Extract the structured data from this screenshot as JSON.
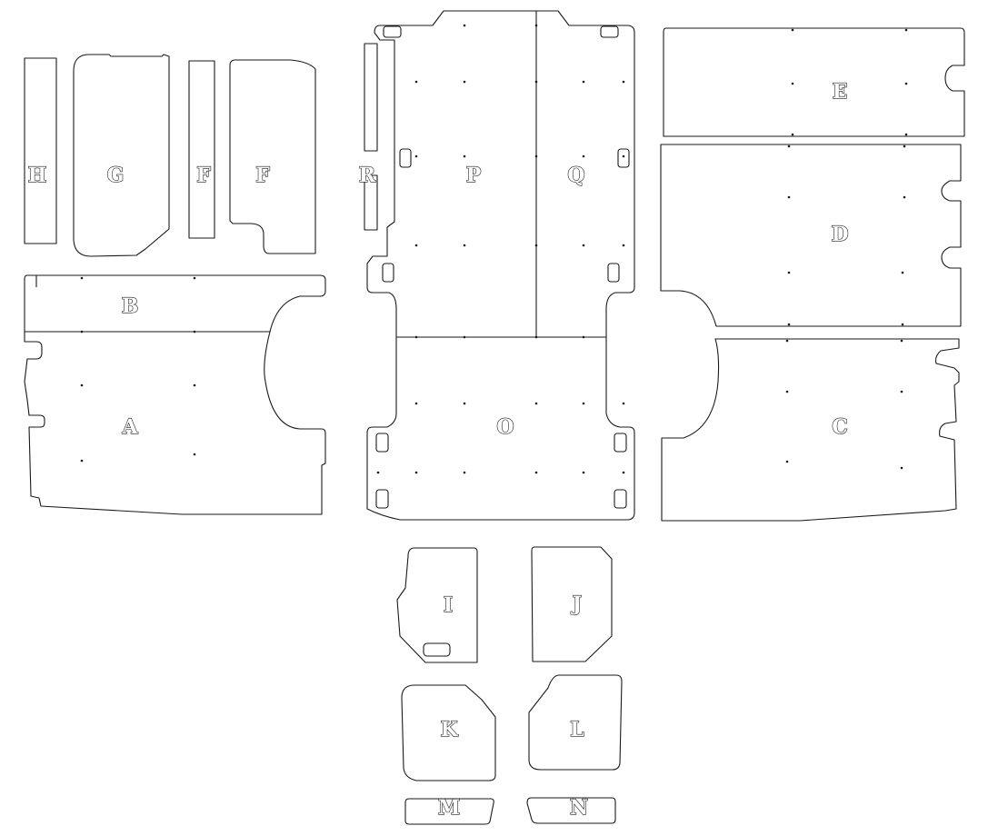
{
  "sheet": {
    "line_color": "#1a1a1a",
    "background": "#ffffff",
    "pieces": [
      {
        "id": "A",
        "label": "A"
      },
      {
        "id": "B",
        "label": "B"
      },
      {
        "id": "C",
        "label": "C"
      },
      {
        "id": "D",
        "label": "D"
      },
      {
        "id": "E",
        "label": "E"
      },
      {
        "id": "F",
        "label": "F"
      },
      {
        "id": "F2",
        "label": "F"
      },
      {
        "id": "G",
        "label": "G"
      },
      {
        "id": "H",
        "label": "H"
      },
      {
        "id": "I",
        "label": "I"
      },
      {
        "id": "J",
        "label": "J"
      },
      {
        "id": "K",
        "label": "K"
      },
      {
        "id": "L",
        "label": "L"
      },
      {
        "id": "M",
        "label": "M"
      },
      {
        "id": "N",
        "label": "N"
      },
      {
        "id": "O",
        "label": "O"
      },
      {
        "id": "P",
        "label": "P"
      },
      {
        "id": "Q",
        "label": "Q"
      },
      {
        "id": "R",
        "label": "R"
      }
    ]
  }
}
